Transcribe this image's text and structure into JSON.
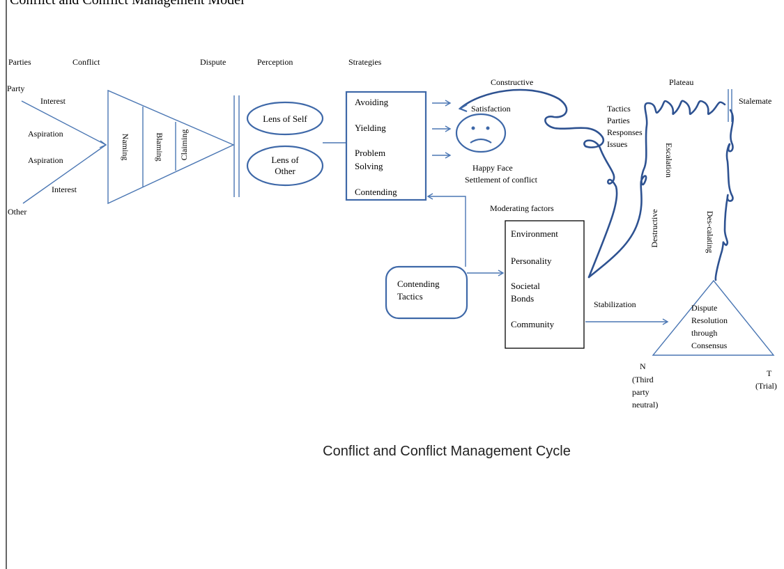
{
  "header": {
    "title": "Conflict and Conflict Management Model",
    "columns": [
      "Parties",
      "Conflict",
      "Dispute",
      "Perception",
      "Strategies"
    ]
  },
  "parties": {
    "party": "Party",
    "other": "Other",
    "interest_top": "Interest",
    "aspiration_top": "Aspiration",
    "aspiration_bottom": "Aspiration",
    "interest_bottom": "Interest"
  },
  "conflict_stages": [
    "Naming",
    "Blaming",
    "Claiming"
  ],
  "perception": {
    "lens_self": "Lens of Self",
    "lens_other_line1": "Lens of",
    "lens_other_line2": "Other"
  },
  "strategies": {
    "items": [
      "Avoiding",
      "Yielding",
      "Problem",
      "Solving",
      "Contending"
    ]
  },
  "outcome": {
    "constructive": "Constructive",
    "satisfaction": "Satisfaction",
    "happy_face": "Happy Face",
    "settlement": "Settlement of  conflict"
  },
  "moderating": {
    "heading": "Moderating factors",
    "items": [
      "Environment",
      "Personality",
      "Societal",
      "Bonds",
      "Community"
    ]
  },
  "contending_tactics": {
    "line1": "Contending",
    "line2": "Tactics"
  },
  "escalation": {
    "plateau": "Plateau",
    "stalemate": "Stalemate",
    "labels": [
      "Tactics",
      "Parties",
      "Responses",
      "Issues"
    ],
    "escalation": "Escalation",
    "destructive": "Destructive",
    "de_escalating": "Des-calating",
    "stabilization": "Stabilization"
  },
  "resolution": {
    "lines": [
      "Dispute",
      "Resolution",
      "through",
      "Consensus"
    ],
    "n_label": "N",
    "n_desc": [
      "(Third",
      "party",
      "neutral)"
    ],
    "t_label": "T",
    "t_desc": "(Trial)"
  },
  "caption": "Conflict and Conflict Management Cycle",
  "colors": {
    "line": "#4a76b3",
    "squiggle": "#2e5291",
    "text": "#000000"
  }
}
